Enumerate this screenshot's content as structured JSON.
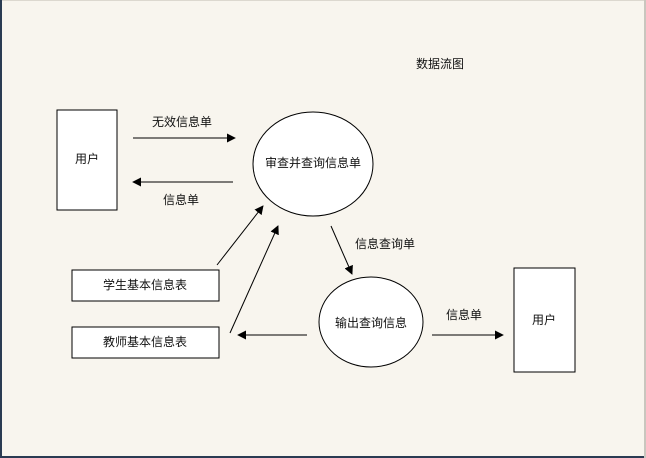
{
  "title": "数据流图",
  "entities": {
    "user_left": "用户",
    "user_right": "用户",
    "student_table": "学生基本信息表",
    "teacher_table": "教师基本信息表"
  },
  "processes": {
    "review_query": "审查并查询信息单",
    "output_query": "输出查询信息"
  },
  "flows": {
    "invalid_form": "无效信息单",
    "info_form_back": "信息单",
    "info_query_form": "信息查询单",
    "info_form_out": "信息单"
  }
}
